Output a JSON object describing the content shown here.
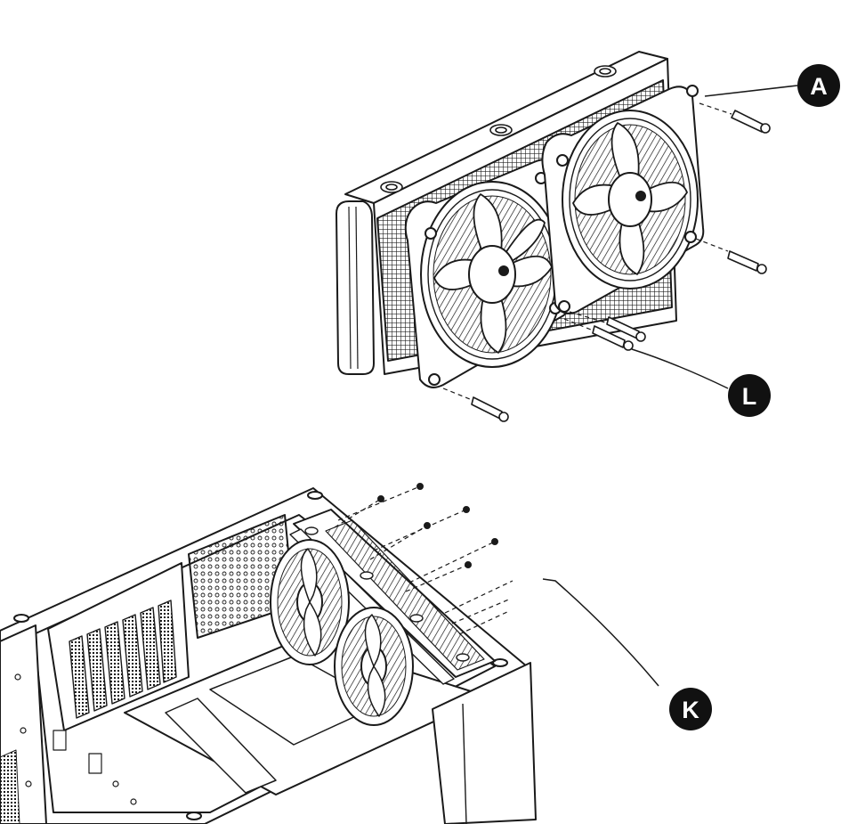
{
  "callouts": {
    "a": "A",
    "l": "L",
    "k": "K"
  },
  "colors": {
    "ink": "#1a1a1a",
    "paper": "#ffffff",
    "callout_fill": "#111111",
    "callout_text": "#ffffff"
  }
}
